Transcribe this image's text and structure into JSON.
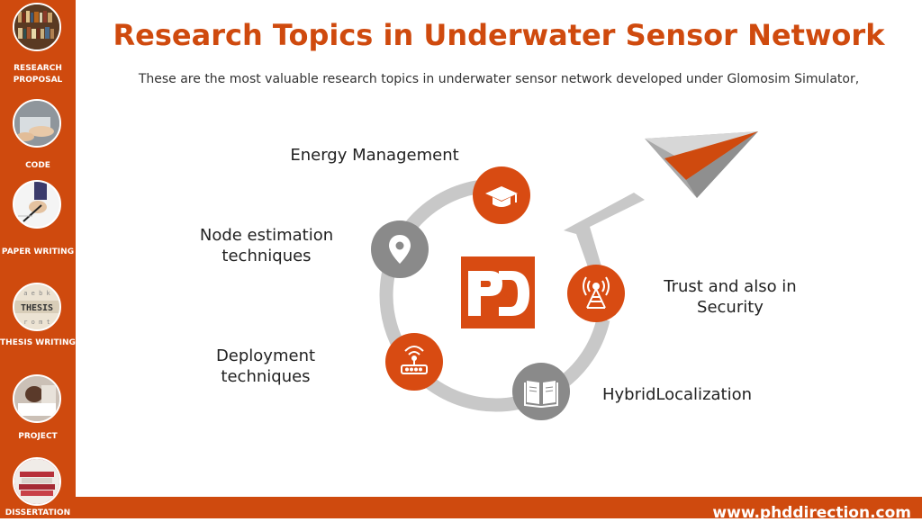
{
  "page": {
    "title": "Research Topics in Underwater Sensor Network",
    "subtitle": "These are the most valuable research topics in underwater sensor network developed under Glomosim Simulator,"
  },
  "sidebar": {
    "items": [
      {
        "label": "RESEARCH PROPOSAL",
        "icon": "bookshelf-photo"
      },
      {
        "label": "CODE",
        "icon": "laptop-hands-photo"
      },
      {
        "label": "PAPER WRITING",
        "icon": "pen-writing-photo"
      },
      {
        "label": "THESIS WRITING",
        "icon": "thesis-letters-photo"
      },
      {
        "label": "PROJECT",
        "icon": "student-studying-photo"
      },
      {
        "label": "DISSERTATION",
        "icon": "book-stack-photo"
      }
    ]
  },
  "topics": {
    "energy": "Energy Management",
    "node_estimation": "Node estimation techniques",
    "trust": "Trust and also in Security",
    "deployment": "Deployment techniques",
    "hybrid": "HybridLocalization"
  },
  "cycle_icons": [
    "graduation-cap-icon",
    "map-pin-icon",
    "signal-tower-icon",
    "router-icon",
    "open-book-icon"
  ],
  "logo": {
    "text": "PD"
  },
  "footer": {
    "url": "www.phddirection.com"
  },
  "colors": {
    "accent": "#cf4a0e",
    "grey_node": "#8a8a8a",
    "ring": "#c8c8c8",
    "plane_grey": "#a3a3a3"
  }
}
